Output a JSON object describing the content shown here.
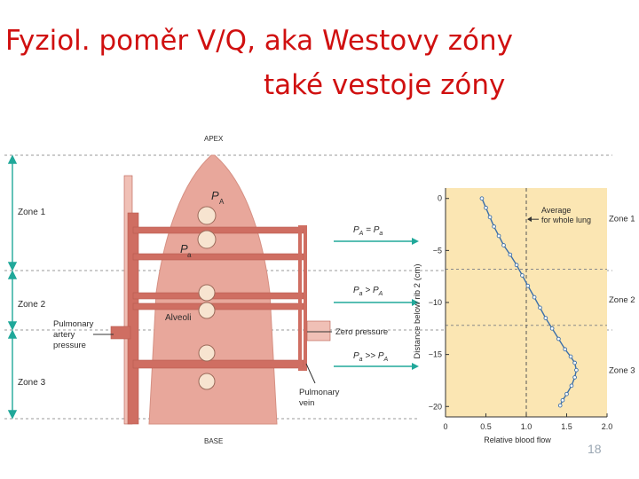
{
  "title": {
    "line1": "Fyziol. poměr V/Q, aka Westovy zóny",
    "line2": "také vestoje zóny"
  },
  "slide_number": "18",
  "colors": {
    "title": "#d01010",
    "lung": "#e8a79b",
    "vessel": "#cf6e62",
    "arrow": "#20a89a",
    "plot_bg": "#fbe6b3",
    "curve": "#3c6fa8"
  },
  "diagram": {
    "apex": "APEX",
    "base": "BASE",
    "zones": [
      "Zone 1",
      "Zone 2",
      "Zone 3"
    ],
    "pulmonary_artery": [
      "Pulmonary",
      "artery",
      "pressure"
    ],
    "alveoli": "Alveoli",
    "pulmonary_vein": [
      "Pulmonary",
      "vein"
    ],
    "zero_pressure": "Zero pressure",
    "pressure_labels": {
      "zone1": [
        "P",
        "A",
        " = P",
        "a"
      ],
      "zone2": [
        "P",
        "a",
        " > P",
        "A"
      ],
      "zone3": [
        "P",
        "a",
        " >> P",
        "A"
      ]
    },
    "p_labels": {
      "PA_main": "P",
      "PA_sub": "A",
      "Pa_main": "P",
      "Pa_sub": "a"
    }
  },
  "chart_data": {
    "type": "line",
    "x": [
      0.45,
      0.5,
      0.55,
      0.6,
      0.66,
      0.72,
      0.8,
      0.88,
      0.95,
      1.02,
      1.1,
      1.17,
      1.24,
      1.32,
      1.4,
      1.48,
      1.55,
      1.6,
      1.62,
      1.6,
      1.56,
      1.5,
      1.45,
      1.42
    ],
    "y": [
      0,
      -0.9,
      -1.8,
      -2.7,
      -3.6,
      -4.5,
      -5.4,
      -6.4,
      -7.4,
      -8.4,
      -9.5,
      -10.5,
      -11.5,
      -12.5,
      -13.5,
      -14.5,
      -15.2,
      -15.8,
      -16.5,
      -17.2,
      -18.0,
      -18.8,
      -19.4,
      -19.9
    ],
    "xlabel": "Relative blood flow",
    "ylabel": "Distance below rib 2 (cm)",
    "xlim": [
      0,
      2.0
    ],
    "ylim": [
      -21,
      1
    ],
    "xticks": [
      "0",
      "0.5",
      "1.0",
      "1.5",
      "2.0"
    ],
    "xtick_values": [
      0,
      0.5,
      1.0,
      1.5,
      2.0
    ],
    "yticks": [
      "0",
      "−5",
      "−10",
      "−15",
      "−20"
    ],
    "ytick_values": [
      0,
      -5,
      -10,
      -15,
      -20
    ],
    "average_value": 1.0,
    "average_label": [
      "Average",
      "for whole lung"
    ],
    "zone_labels": [
      "Zone 1",
      "Zone 2",
      "Zone 3"
    ],
    "zone_boundaries": [
      -6.8,
      -12.2
    ],
    "grid": false
  }
}
